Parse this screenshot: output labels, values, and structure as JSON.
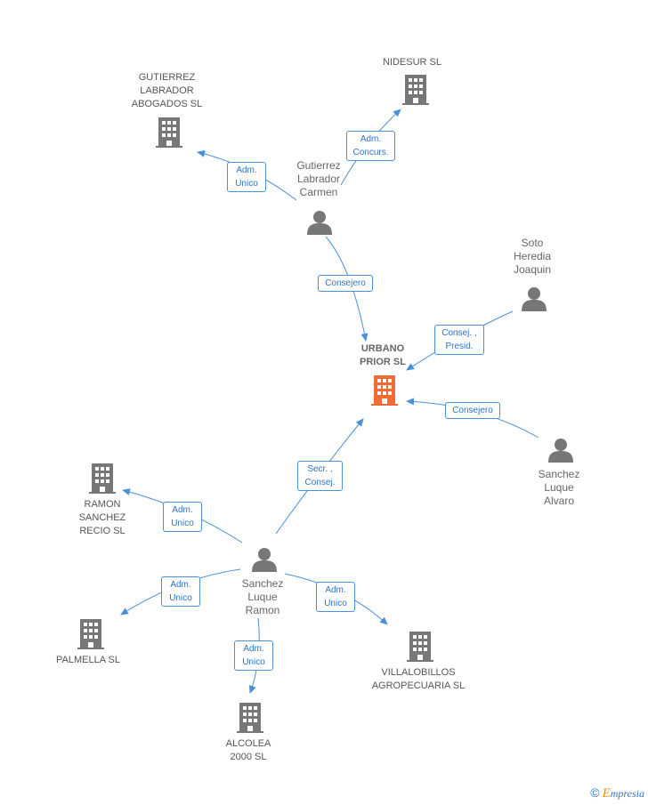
{
  "colors": {
    "edge": "#4a90d9",
    "building": "#777777",
    "main_building": "#f26a35",
    "person": "#777777"
  },
  "nodes": {
    "gutierrez_abogados": {
      "label": "GUTIERREZ\nLABRADOR\nABOGADOS SL",
      "icon": "building-icon"
    },
    "nidesur": {
      "label": "NIDESUR SL",
      "icon": "building-icon"
    },
    "gutierrez_carmen": {
      "label": "Gutierrez\nLabrador\nCarmen",
      "icon": "person-icon"
    },
    "soto": {
      "label": "Soto\nHeredia\nJoaquin",
      "icon": "person-icon"
    },
    "urbano": {
      "label": "URBANO\nPRIOR SL",
      "icon": "building-icon"
    },
    "sanchez_alvaro": {
      "label": "Sanchez\nLuque\nAlvaro",
      "icon": "person-icon"
    },
    "ramon_sanchez": {
      "label": "RAMON\nSANCHEZ\nRECIO SL",
      "icon": "building-icon"
    },
    "sanchez_ramon": {
      "label": "Sanchez\nLuque\nRamon",
      "icon": "person-icon"
    },
    "palmella": {
      "label": "PALMELLA SL",
      "icon": "building-icon"
    },
    "villalobillos": {
      "label": "VILLALOBILLOS\nAGROPECUARIA SL",
      "icon": "building-icon"
    },
    "alcolea": {
      "label": "ALCOLEA\n2000 SL",
      "icon": "building-icon"
    }
  },
  "relations": {
    "r1": "Adm.\nUnico",
    "r2": "Adm.\nConcurs.",
    "r3": "Consejero",
    "r4": "Consej. ,\nPresid.",
    "r5": "Consejero",
    "r6": "Secr. ,\nConsej.",
    "r7": "Adm.\nUnico",
    "r8": "Adm.\nUnico",
    "r9": "Adm.\nUnico",
    "r10": "Adm.\nUnico"
  },
  "brand": {
    "copyright": "©",
    "name_first": "E",
    "name_rest": "mpresia"
  }
}
